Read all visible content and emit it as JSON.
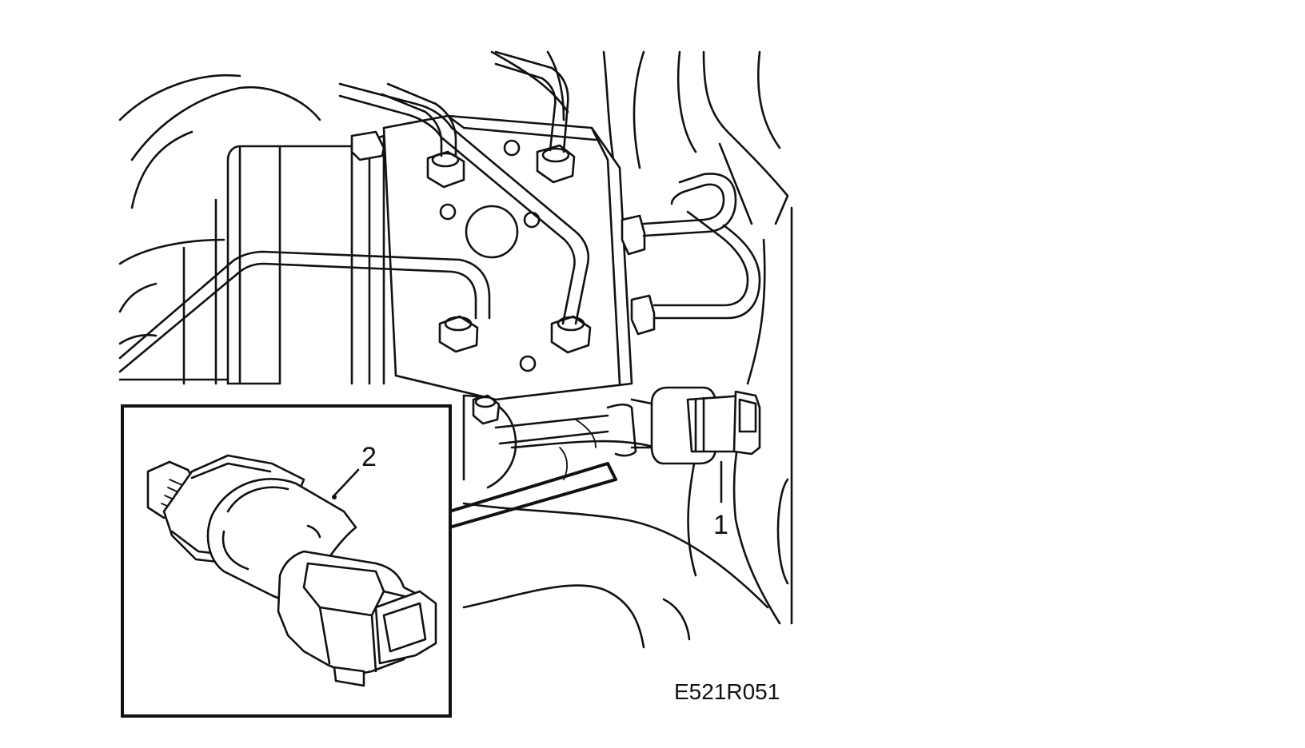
{
  "figure": {
    "code": "E521R051",
    "callouts": [
      {
        "id": "1",
        "label": "1"
      },
      {
        "id": "2",
        "label": "2"
      }
    ]
  }
}
